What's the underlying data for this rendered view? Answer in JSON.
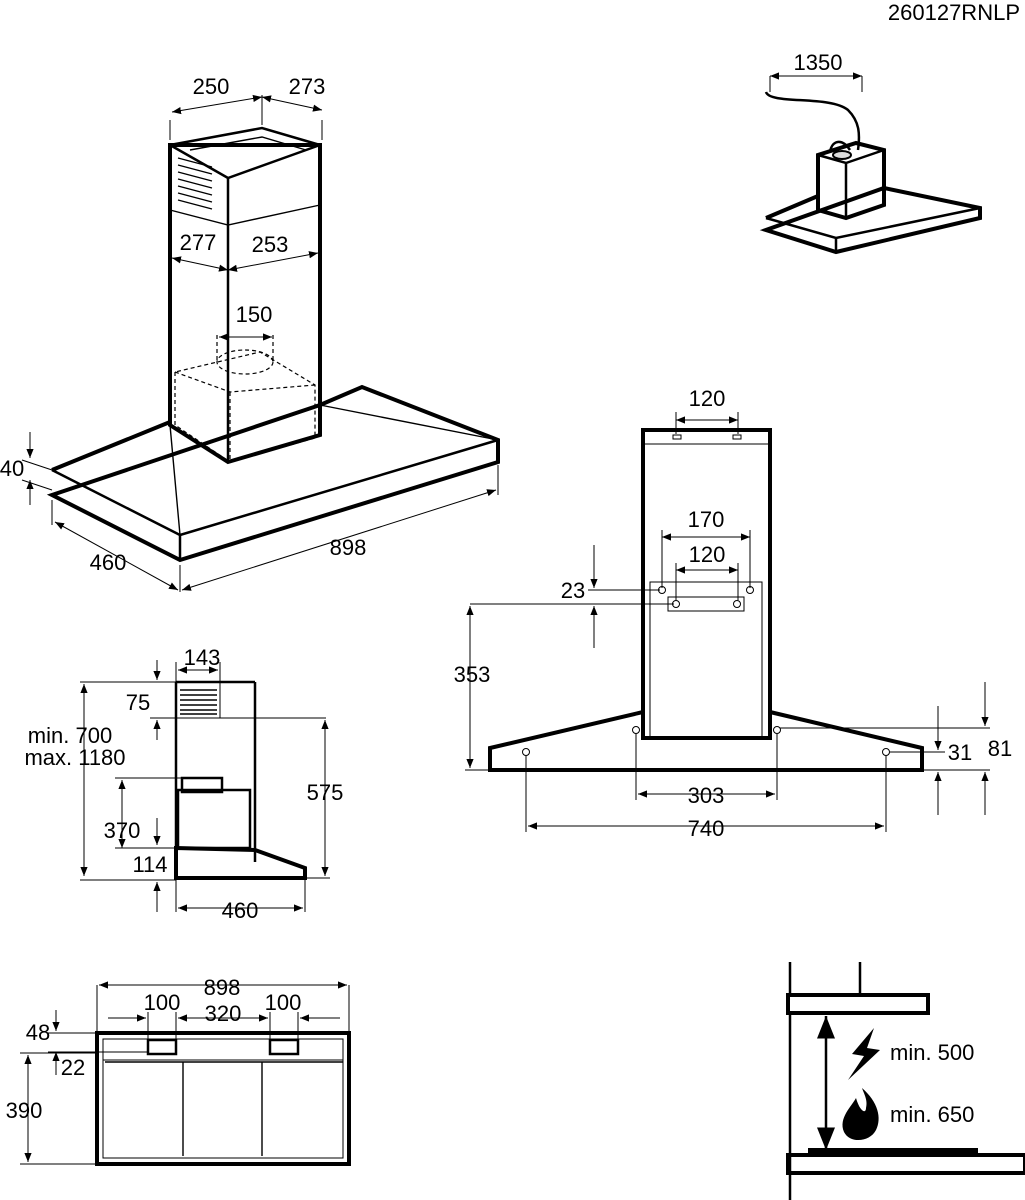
{
  "code": "260127RNLP",
  "top_view": {
    "d250": "250",
    "d273": "273",
    "d277": "277",
    "d253": "253",
    "d150": "150",
    "d40": "40",
    "d460": "460",
    "d898": "898"
  },
  "cable": {
    "d1350": "1350"
  },
  "front_view": {
    "d120_top": "120",
    "d170": "170",
    "d120_mid": "120",
    "d23": "23",
    "d353": "353",
    "d31": "31",
    "d81": "81",
    "d303": "303",
    "d740": "740"
  },
  "side_view": {
    "d143": "143",
    "d75": "75",
    "min_label": "min. 700",
    "max_label": "max. 1180",
    "d575": "575",
    "d370": "370",
    "d114": "114",
    "d460": "460"
  },
  "bottom_view": {
    "d898": "898",
    "d100_left": "100",
    "d320": "320",
    "d100_right": "100",
    "d48": "48",
    "d22": "22",
    "d390": "390"
  },
  "clearance": {
    "electric": "min. 500",
    "gas": "min. 650"
  }
}
